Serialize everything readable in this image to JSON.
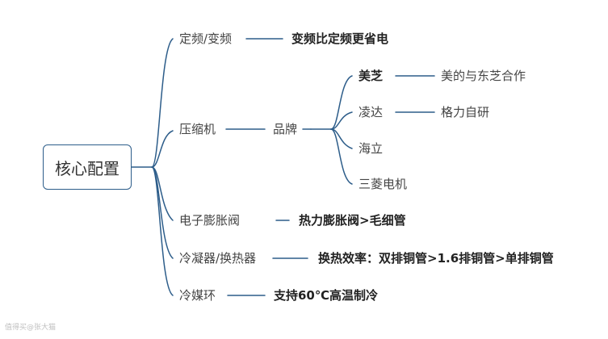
{
  "root": "核心配置",
  "branches": {
    "freq": {
      "label": "定频/变频",
      "note": "变频比定频更省电"
    },
    "compressor": {
      "label": "压缩机",
      "sub": "品牌",
      "brands": [
        {
          "name": "美芝",
          "note": "美的与东芝合作"
        },
        {
          "name": "凌达",
          "note": "格力自研"
        },
        {
          "name": "海立"
        },
        {
          "name": "三菱电机"
        }
      ]
    },
    "valve": {
      "label": "电子膨胀阀",
      "note": "热力膨胀阀>毛细管"
    },
    "exchanger": {
      "label": "冷凝器/换热器",
      "note": "换热效率：双排铜管>1.6排铜管>单排铜管"
    },
    "refrigerant": {
      "label": "冷媒环",
      "note": "支持60℃高温制冷"
    }
  },
  "watermark": "值得买@张大猫"
}
